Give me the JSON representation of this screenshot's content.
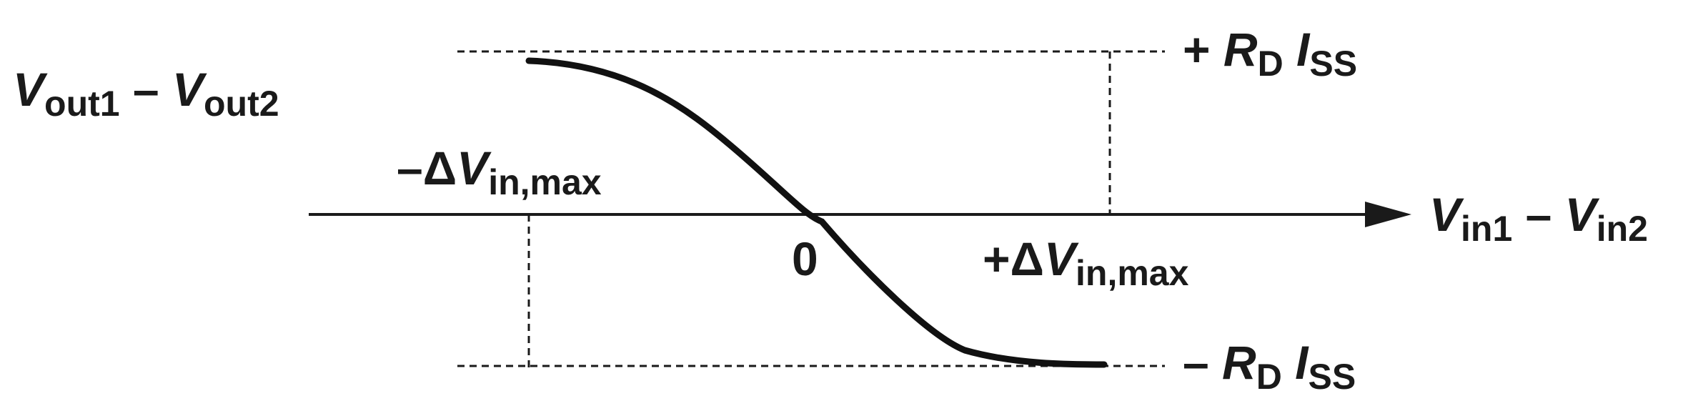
{
  "diagram": {
    "y_axis_label": {
      "v1": "V",
      "s1": "out1",
      "minus": " – ",
      "v2": "V",
      "s2": "out2"
    },
    "x_axis_label": {
      "v1": "V",
      "s1": "in1",
      "minus": " – ",
      "v2": "V",
      "s2": "in2"
    },
    "top_level": {
      "sign": "+ ",
      "r": "R",
      "rsub": "D",
      "i": " I",
      "isub": "SS"
    },
    "bottom_level": {
      "sign": "– ",
      "r": "R",
      "rsub": "D",
      "i": " I",
      "isub": "SS"
    },
    "neg_limit": {
      "prefix": "–Δ",
      "v": "V",
      "sub": "in,max"
    },
    "pos_limit": {
      "prefix": "+Δ",
      "v": "V",
      "sub": "in,max"
    },
    "origin_label": "0",
    "colors": {
      "ink": "#1a1a1a",
      "background": "#ffffff"
    }
  }
}
